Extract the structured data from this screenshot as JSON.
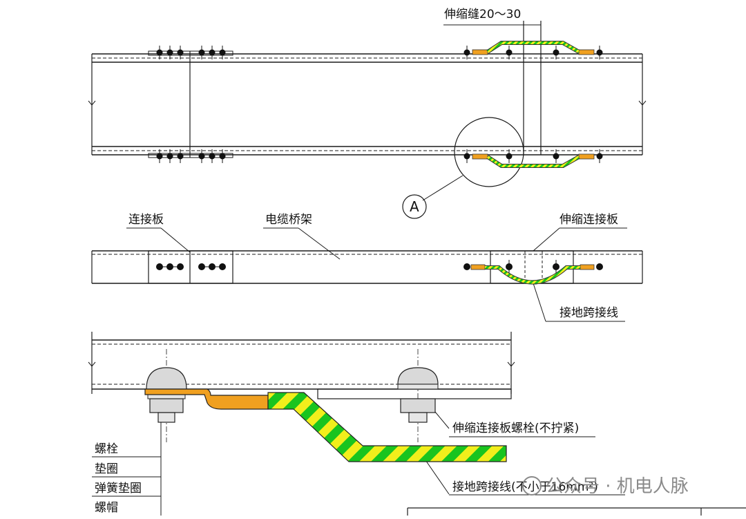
{
  "labels": {
    "gap": "伸缩缝20～30",
    "detail_marker": "A",
    "connector_plate": "连接板",
    "cable_tray": "电缆桥架",
    "expansion_plate": "伸缩连接板",
    "ground_jumper": "接地跨接线",
    "expansion_bolt": "伸缩连接板螺栓(不拧紧)",
    "ground_jumper_spec": "接地跨接线(不小于16mm²)",
    "bolt": "螺栓",
    "washer": "垫圈",
    "spring_washer": "弹簧垫圈",
    "nut": "螺帽"
  },
  "watermark": {
    "text": "公众号 · 机电人脉"
  },
  "colors": {
    "line": "#1a1a1a",
    "stripe_yellow": "#f2ee1c",
    "stripe_green": "#19c41f",
    "lug_orange": "#f0a020",
    "bolt_gray": "#d9d9d9",
    "watermark": "#8a8a8a"
  }
}
